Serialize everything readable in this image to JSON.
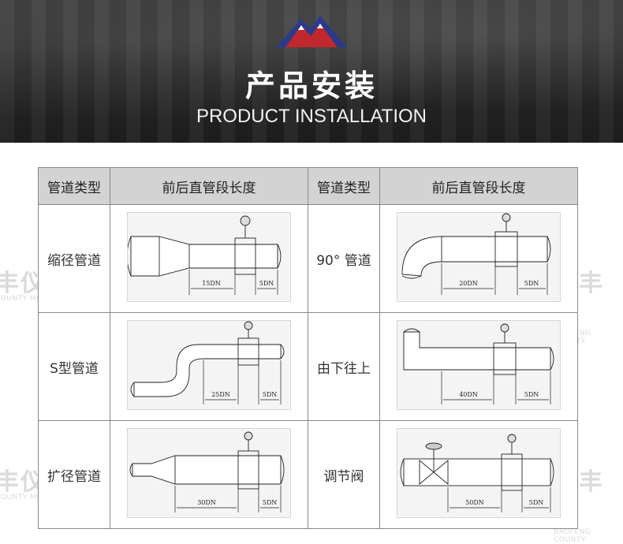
{
  "header": {
    "logo_icon": "mountain-logo-icon",
    "title": "产品安装",
    "subtitle": "PRODUCT INSTALLATION"
  },
  "watermark": {
    "text": "宝丰仪表",
    "sub": "BAOFENG COUNTY METER",
    "partial_left": "丰仪表",
    "partial_left_sub": "COUNTY METER",
    "partial_right": "宝丰仪",
    "partial_right_sub": "BAOFENG COUNTY"
  },
  "table": {
    "headers": [
      "管道类型",
      "前后直管段长度",
      "管道类型",
      "前后直管段长度"
    ],
    "rows": [
      {
        "left": {
          "type": "缩径管道",
          "upstream": "15DN",
          "downstream": "5DN"
        },
        "right": {
          "type": "90° 管道",
          "upstream": "20DN",
          "downstream": "5DN"
        }
      },
      {
        "left": {
          "type": "S型管道",
          "upstream": "25DN",
          "downstream": "5DN"
        },
        "right": {
          "type": "由下往上",
          "upstream": "40DN",
          "downstream": "5DN"
        }
      },
      {
        "left": {
          "type": "扩径管道",
          "upstream": "30DN",
          "downstream": "5DN"
        },
        "right": {
          "type": "调节阀",
          "upstream": "50DN",
          "downstream": "5DN"
        }
      }
    ]
  },
  "colors": {
    "banner": "#262626",
    "header_cell": "#d3d3d3",
    "logo_red": "#c0282d",
    "logo_blue": "#2c3a8c"
  }
}
